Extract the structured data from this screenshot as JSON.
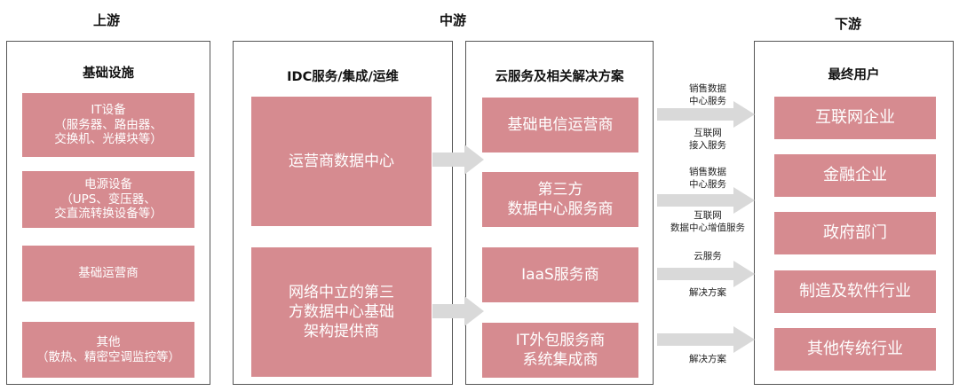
{
  "stages": {
    "upstream": "上游",
    "midstream": "中游",
    "downstream": "下游"
  },
  "upstream": {
    "items": [
      "IT设备\n（服务器、路由器、\n交换机、光模块等）",
      "电源设备\n（UPS、变压器、\n交直流转换设备等）",
      "基础运营商",
      "其他\n（散热、精密空调监控等）"
    ]
  },
  "idc": {
    "title": "IDC服务/集成/运维",
    "items": [
      "运营商数据中心",
      "网络中立的第三\n方数据中心基础\n架构提供商"
    ]
  },
  "cloud": {
    "title": "云服务及相关解决方案",
    "items": [
      "基础电信运营商",
      "第三方\n数据中心服务商",
      "IaaS服务商",
      "IT外包服务商\n系统集成商"
    ]
  },
  "users": {
    "title": "最终用户",
    "items": [
      "互联网企业",
      "金融企业",
      "政府部门",
      "制造及软件行业",
      "其他传统行业"
    ]
  },
  "arrow_labels": [
    {
      "above": "销售数据\n中心服务",
      "below": "互联网\n接入服务"
    },
    {
      "above": "销售数据\n中心服务",
      "below": "互联网\n数据中心增值服务"
    },
    {
      "above": "云服务",
      "below": "解决方案"
    },
    {
      "above": "",
      "below": "解决方案"
    }
  ],
  "colors": {
    "box": "#d68b90",
    "arrow": "#d9d9d9",
    "border": "#555555"
  }
}
